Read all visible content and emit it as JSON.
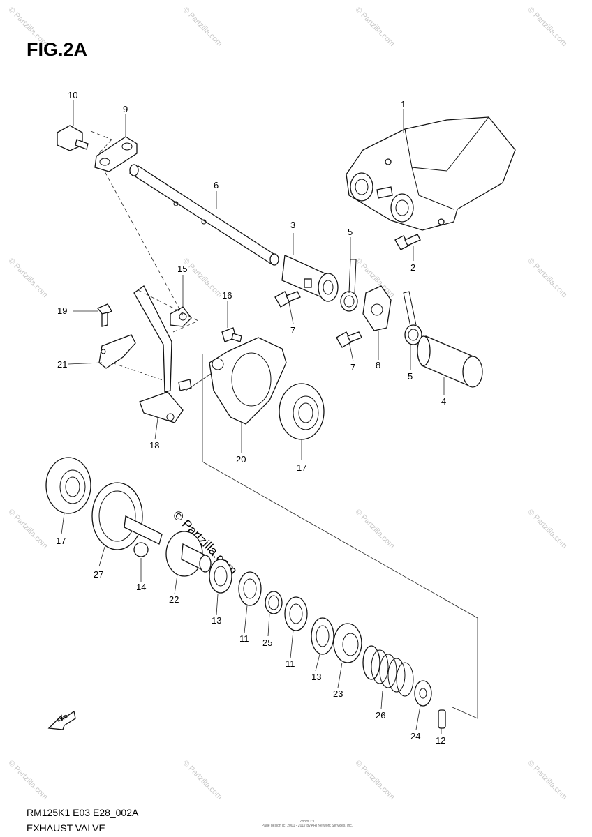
{
  "figure": {
    "title": "FIG.2A",
    "code": "RM125K1 E03 E28_002A",
    "name": "EXHAUST VALVE"
  },
  "watermark": {
    "text": "© Partzilla.com",
    "center_text": "© Partzilla.com"
  },
  "footer": {
    "small_line_1": "Zoom 1:1",
    "small_line_2": "Page design (c) 2001 - 2017 by ARI Network Services, Inc."
  },
  "fwd_label": "FWD",
  "callouts": [
    {
      "id": "c1",
      "label": "1"
    },
    {
      "id": "c2",
      "label": "2"
    },
    {
      "id": "c3",
      "label": "3"
    },
    {
      "id": "c4",
      "label": "4"
    },
    {
      "id": "c5a",
      "label": "5"
    },
    {
      "id": "c5b",
      "label": "5"
    },
    {
      "id": "c6",
      "label": "6"
    },
    {
      "id": "c7a",
      "label": "7"
    },
    {
      "id": "c7b",
      "label": "7"
    },
    {
      "id": "c8",
      "label": "8"
    },
    {
      "id": "c9",
      "label": "9"
    },
    {
      "id": "c10",
      "label": "10"
    },
    {
      "id": "c11a",
      "label": "11"
    },
    {
      "id": "c11b",
      "label": "11"
    },
    {
      "id": "c12",
      "label": "12"
    },
    {
      "id": "c13a",
      "label": "13"
    },
    {
      "id": "c13b",
      "label": "13"
    },
    {
      "id": "c14",
      "label": "14"
    },
    {
      "id": "c15",
      "label": "15"
    },
    {
      "id": "c16",
      "label": "16"
    },
    {
      "id": "c17a",
      "label": "17"
    },
    {
      "id": "c17b",
      "label": "17"
    },
    {
      "id": "c18",
      "label": "18"
    },
    {
      "id": "c19",
      "label": "19"
    },
    {
      "id": "c20",
      "label": "20"
    },
    {
      "id": "c21",
      "label": "21"
    },
    {
      "id": "c22",
      "label": "22"
    },
    {
      "id": "c23",
      "label": "23"
    },
    {
      "id": "c24",
      "label": "24"
    },
    {
      "id": "c25",
      "label": "25"
    },
    {
      "id": "c26",
      "label": "26"
    },
    {
      "id": "c27",
      "label": "27"
    }
  ]
}
